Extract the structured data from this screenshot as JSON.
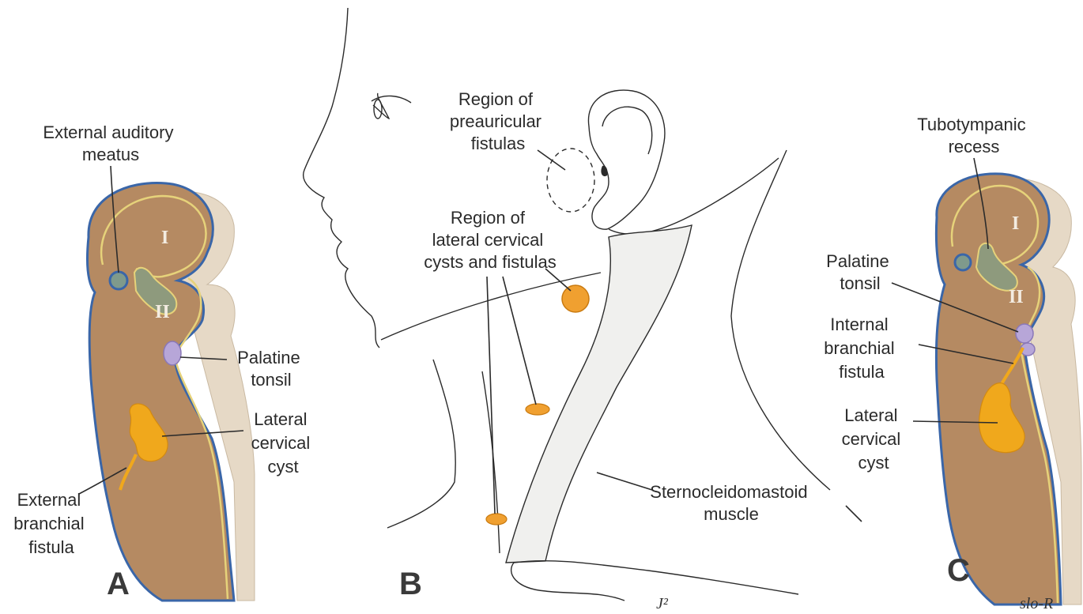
{
  "panels": {
    "A": {
      "letter": "A",
      "arches": [
        "I",
        "II"
      ],
      "labels": {
        "external_auditory_meatus": [
          "External auditory",
          "meatus"
        ],
        "palatine_tonsil": [
          "Palatine",
          "tonsil"
        ],
        "lateral_cervical_cyst": [
          "Lateral",
          "cervical",
          "cyst"
        ],
        "external_branchial_fistula": [
          "External",
          "branchial",
          "fistula"
        ]
      }
    },
    "B": {
      "letter": "B",
      "labels": {
        "preauricular": [
          "Region of",
          "preauricular",
          "fistulas"
        ],
        "lateral_cervical": [
          "Region of",
          "lateral cervical",
          "cysts and fistulas"
        ],
        "sternocleidomastoid": [
          "Sternocleidomastoid",
          "muscle"
        ]
      },
      "artist_mark": "J²"
    },
    "C": {
      "letter": "C",
      "arches": [
        "I",
        "II"
      ],
      "labels": {
        "tubotympanic_recess": [
          "Tubotympanic",
          "recess"
        ],
        "palatine_tonsil": [
          "Palatine",
          "tonsil"
        ],
        "internal_branchial_fistula": [
          "Internal",
          "branchial",
          "fistula"
        ],
        "lateral_cervical_cyst": [
          "Lateral",
          "cervical",
          "cyst"
        ]
      }
    }
  },
  "signature": "slo-R",
  "colors": {
    "tissue": "#b58a62",
    "tissue_side": "#e8dccb",
    "ectoderm_line": "#3a66a8",
    "endoderm_line": "#e6d27a",
    "cyst": "#f0a81c",
    "tonsil": "#b7a6d8",
    "pharynx_cavity": "#8e9a7d",
    "lesion": "#f0a030",
    "muscle": "#f0f0ee"
  }
}
